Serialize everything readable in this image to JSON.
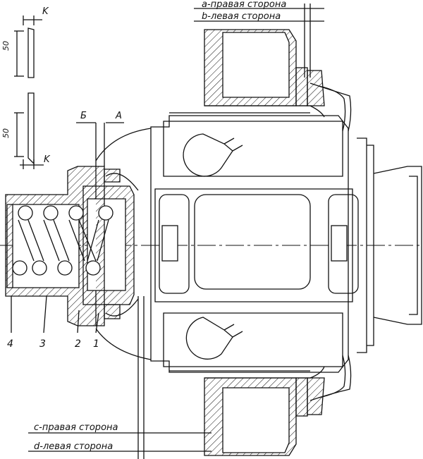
{
  "labels": {
    "a_right": "a-правая сторона",
    "b_left": "b-левая сторона",
    "c_right": "c-правая сторона",
    "d_left": "d-левая сторона",
    "k_top": "K",
    "k_bottom": "K",
    "dim_top": "50",
    "dim_bottom": "50",
    "b_mark": "Б",
    "a_mark": "А",
    "part_4": "4",
    "part_3": "3",
    "part_2": "2",
    "part_1": "1"
  },
  "colors": {
    "line": "#111111",
    "hatch": "#111111"
  }
}
